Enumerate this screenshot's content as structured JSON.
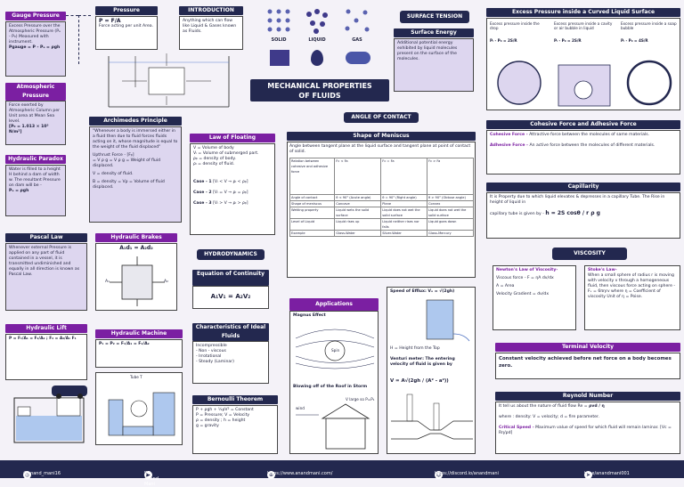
{
  "title": {
    "line1": "MECHANICAL PROPERTIES",
    "line2": "OF FLUIDS"
  },
  "states": {
    "solid": "SOLID",
    "liquid": "LIQUID",
    "gas": "GAS"
  },
  "gauge": {
    "title": "Gauge Pressure",
    "text": "Excess Pressure over the Atmospheric Pressure (Pₐ - P₀) Measured with instrument.",
    "formula": "Pgauge = P - Pₐ = ρgh"
  },
  "atmospheric": {
    "title": "Atmospheric Pressure",
    "text": "Force exerted by Atmospheric Column per Unit area at Mean Sea level.",
    "formula": "[P₀ = 1.013 × 10⁵ N/m²]"
  },
  "hydraulic_paradox": {
    "title": "Hydraulic Paradox",
    "text": "Water is filled to a height H behind a dam of width w. The resultant Pressure on dam will be -",
    "formula": "Pₐ = ρgh"
  },
  "pressure": {
    "title": "Pressure",
    "formula": "P = F/A",
    "text": "Force acting per unit Area."
  },
  "introduction": {
    "title": "INTRODUCTION",
    "text": "Anything which can flow like Liquid & Gases known as Fluids."
  },
  "surface_tension": {
    "title": "SURFACE TENSION",
    "subtitle": "Surface Energy",
    "text": "Additional potential energy exhibited by liquid molecules present on the surface of the molecules."
  },
  "excess_pressure": {
    "title": "Excess Pressure inside a Curved Liquid Surface",
    "c1": "Excess pressure inside the drop",
    "c2": "Excess pressure inside a cavity or air bubble in liquid",
    "c3": "Excess pressure inside a soap bubble",
    "f1": "Pᵢ - P₀ = 2S/R",
    "f2": "Pᵢ - P₀ = 2S/R",
    "f3": "Pᵢ - P₀ = 4S/R"
  },
  "cohesive": {
    "title": "Cohesive Force and Adhesive Force",
    "c_label": "Cohesive Force -",
    "c_text": "Attractive force between the molecules of same materials.",
    "a_label": "Adhesive Force -",
    "a_text": "An active force between the molecules of different materials."
  },
  "capillarity": {
    "title": "Capillarity",
    "text": "It is Property due to which liquid elevates & depresses in a capillary Tube. The Rise in height of liquid in",
    "formula_label": "capillary tube is given by -",
    "formula": "h = 2S cosθ / r ρ g"
  },
  "archimedes": {
    "title": "Archimedes Principle",
    "text": "\"Whenever a body is immersed either in a fluid then due to fluid forces fluids acting on it, whose magnitude is equal to the weight of the fluid displaced\"",
    "upthrust": "Upthrust Force - [Fᵦ]",
    "formula": "= V ρ g = V ρ g = Weight of fluid displaced.",
    "v": "V = density of fluid.",
    "b": "B = density = Vρ = Volume of fluid displaced."
  },
  "floating": {
    "title": "Law of Floating",
    "f1": "V = Volume of body",
    "f2": "Vᵢ = Volume of submerged part.",
    "rb": "ρᵦ = density of body.",
    "rl": "ρₗ = density of fluid.",
    "case1_label": "Case - 1",
    "case1": "[Vᵢ < V → ρₗ < ρᵦ]",
    "case2_label": "Case - 2",
    "case2": "[Vᵢ = V → ρₗ = ρᵦ]",
    "case3_label": "Case - 3",
    "case3": "[Vᵢ > V → ρₗ > ρᵦ]"
  },
  "angle_contact": {
    "title": "ANGLE OF CONTACT",
    "meniscus": "Shape of Meniscus",
    "text": "Angle between tangent plane at the liquid surface and tangent plane at point of contact of solid."
  },
  "meniscus_table": {
    "rows": [
      [
        "Relation between cohesive and adhesive force",
        "Fc < Fa",
        "Fc = Fa",
        "Fc > Fa"
      ],
      [
        "Angle of contact",
        "θ < 90° (Acute angle)",
        "θ = 90° (Right angle)",
        "θ > 90° (Obtuse angle)"
      ],
      [
        "Shape of meniscus",
        "Concave",
        "Plane",
        "Convex"
      ],
      [
        "Wetting property",
        "Liquid wets the solid surface",
        "Liquid does not wet the solid surface",
        "Liquid does not wet the solid surface"
      ],
      [
        "Level of Liquid",
        "Liquid rises up",
        "Liquid neither rises nor falls",
        "Liquid goes down"
      ],
      [
        "Example",
        "Glass-Water",
        "Silver-Water",
        "Glass-Mercury"
      ]
    ]
  },
  "viscosity": {
    "title": "VISCOSITY",
    "newton_title": "Newton's Law of Viscosity-",
    "newton_1": "Viscous force - F = ηA dv/dx",
    "newton_2": "A = Area",
    "newton_3": "Velocity Gradient = dv/dx",
    "stokes_title": "Stoke's Law-",
    "stokes_text": "When a small sphere of radius r is moving with velocity v through a homogeneous fluid, then viscous force acting on sphere - Fᵥ = 6πηrv where η = Coefficient of viscosity Unit of η = Poise."
  },
  "terminal": {
    "title": "Terminal Velocity",
    "text": "Constant velocity achieved before net force on a body becomes zero."
  },
  "reynold": {
    "title": "Reynold Number",
    "text": "It tell us about the nature of fluid flow Re =",
    "formula": "ρvd / η",
    "text2": "where : density: V = velocity; d = fire parameter.",
    "critical_label": "Critical Speed -",
    "critical": "Maximum value of speed for which fluid will remain laminar. [Vc = Rη/ρd]"
  },
  "pascal": {
    "title": "Pascal Law",
    "text": "Whenever external Pressure is applied on any part of fluid contained in a vessel, it is transmitted undiminished and equally in all direction is known as Pascal Law."
  },
  "hydraulic_brakes": {
    "title": "Hydraulic Brakes",
    "formula": "A₁d₁ = A₂d₂",
    "a1": "A₁",
    "a2": "A₂"
  },
  "hydraulic_lift": {
    "title": "Hydraulic Lift",
    "formula": "P = F₁/A₁ = F₂/A₂ ; F₂ = A₂/A₁ F₁"
  },
  "hydraulic_machine": {
    "title": "Hydraulic Machine",
    "formula": "P₁ = P₂ = F₁/A₁ = F₂/A₂",
    "tube": "Tube T"
  },
  "hydrodynamics": {
    "title": "HYDRODYNAMICS",
    "continuity": "Equation of Continuity",
    "continuity_formula": "A₁V₁ = A₂V₂",
    "ideal_title": "Characteristics of Ideal Fluids",
    "ideal_1": "Incompressible",
    "ideal_2": "- Non - viscous",
    "ideal_3": "- Irrotational",
    "ideal_4": "- Steady (Laminar)"
  },
  "bernoulli": {
    "title": "Bernoulli Theorem",
    "f1": "P + ρgh + ½ρV² = Constant",
    "f2": "P = Pressure; V = Velocity",
    "f3": "ρ = density ; h = height",
    "f4": "g = gravity"
  },
  "applications": {
    "title": "Applications",
    "magnus": "Magnus Effect",
    "magnus_l1": "Spin",
    "blowing": "Blowing off of the Roof in Storm",
    "wind": "wind",
    "v_large": "V large so P=P₁",
    "speed_efflux": "Speed of Efflux: Vₑ = √(2gh)",
    "h_label": "H = Height from the Top",
    "venturi": "Venturi meter: The entering velocity of fluid is given by",
    "venturi_formula": "V = A√(2gh / (A² - a²))"
  },
  "footer": {
    "insta": "@anand_mani16",
    "youtube": "DR. Anand Mani",
    "web": "https://www.anandmani.com/",
    "discord": "https://discord.io/anandmani",
    "telegram": "t.me/anandmani001"
  }
}
